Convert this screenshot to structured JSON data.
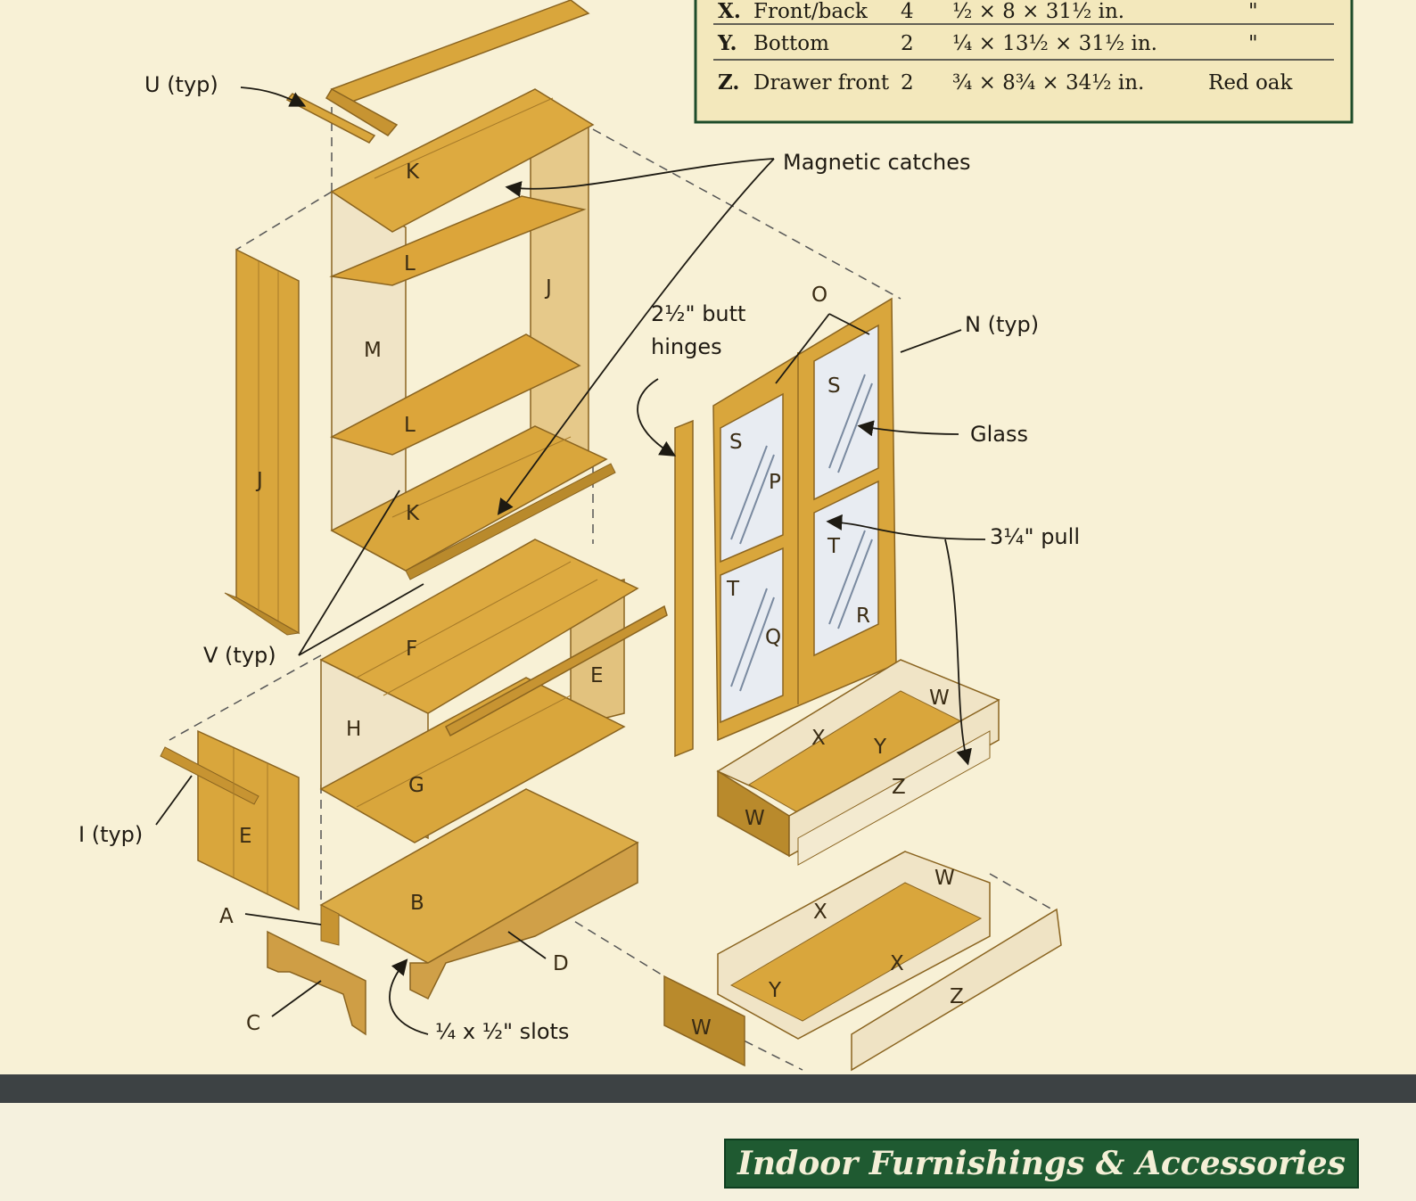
{
  "parts_table": {
    "rows": [
      {
        "letter": "X.",
        "name": "Front/back",
        "qty": "4",
        "size": "½ × 8 × 31½ in.",
        "material": "\""
      },
      {
        "letter": "Y.",
        "name": "Bottom",
        "qty": "2",
        "size": "¼ × 13½ × 31½ in.",
        "material": "\""
      },
      {
        "letter": "Z.",
        "name": "Drawer front",
        "qty": "2",
        "size": "¾ × 8¾ × 34½ in.",
        "material": "Red oak"
      }
    ]
  },
  "callouts": {
    "u_typ": "U (typ)",
    "magnetic_catches": "Magnetic catches",
    "butt_hinges_line1": "2½\" butt",
    "butt_hinges_line2": "hinges",
    "n_typ": "N (typ)",
    "glass": "Glass",
    "pull": "3¼\" pull",
    "v_typ": "V (typ)",
    "i_typ": "I (typ)",
    "slots": "¼ x ½\" slots"
  },
  "part_letters": {
    "a": "A",
    "b": "B",
    "c": "C",
    "d": "D",
    "e": "E",
    "f": "F",
    "g": "G",
    "h": "H",
    "j": "J",
    "k": "K",
    "l": "L",
    "m": "M",
    "o": "O",
    "p": "P",
    "q": "Q",
    "r": "R",
    "s": "S",
    "t": "T",
    "w": "W",
    "x": "X",
    "y": "Y",
    "z": "Z"
  },
  "footer": {
    "section_title": "Indoor Furnishings & Accessories"
  },
  "colors": {
    "background": "#f8f1d6",
    "wood": "#d9a63c",
    "wood_dark": "#b98a2c",
    "wood_side": "#e8d5a8",
    "table_fill": "#f3e8bc",
    "table_border": "#1e4c2a",
    "banner": "#1f5a31",
    "divider": "#3d4244"
  }
}
